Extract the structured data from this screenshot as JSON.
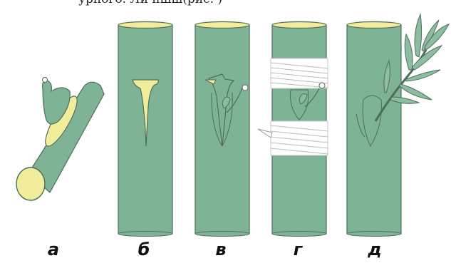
{
  "header_fragment": "урного. Ли пшш(рис. )",
  "panel_labels": [
    "а",
    "б",
    "в",
    "г",
    "д"
  ],
  "colors": {
    "bark": "#7fb396",
    "bark_outline": "#4d6e5c",
    "wood": "#f1ed9b",
    "binding": "#ffffff",
    "leaf": "#8dbd9f"
  }
}
